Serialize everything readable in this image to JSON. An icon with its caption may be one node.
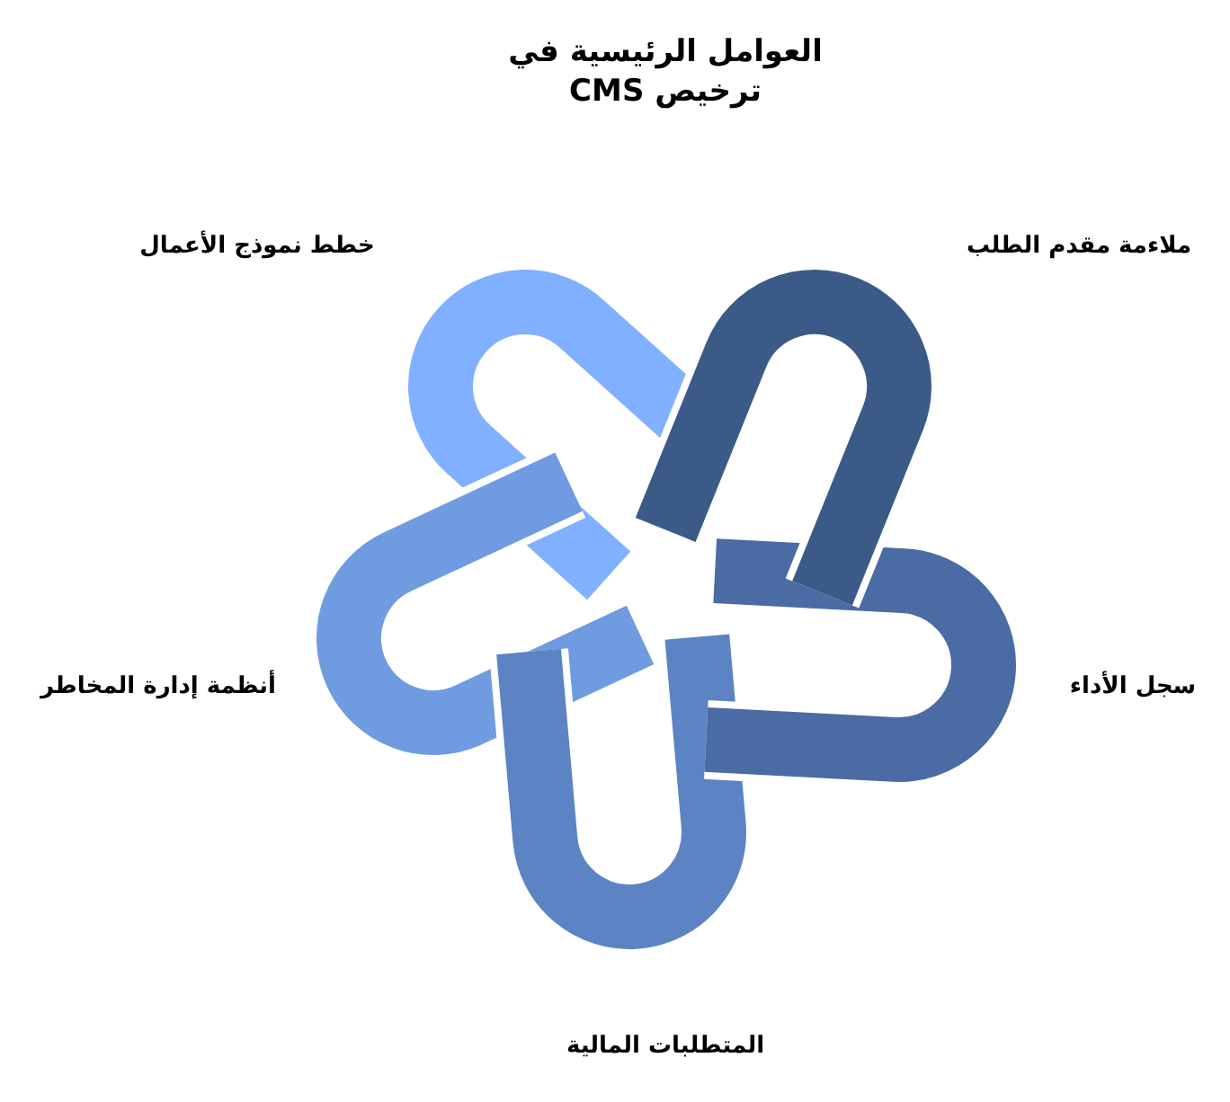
{
  "diagram": {
    "title": "العوامل الرئيسية في ترخيص CMS",
    "labels": [
      "خطط نموذج الأعمال",
      "ملاءمة مقدم الطلب",
      "أنظمة إدارة المخاطر",
      "سجل الأداء",
      "المتطلبات المالية"
    ]
  }
}
